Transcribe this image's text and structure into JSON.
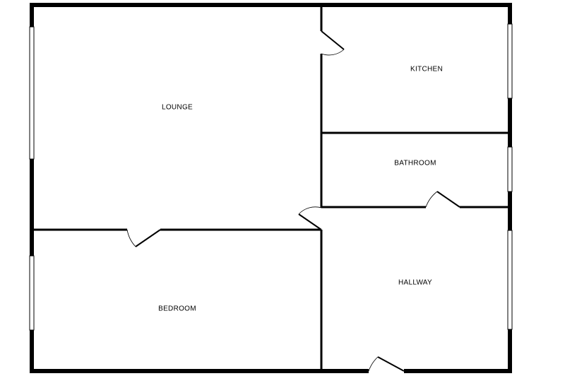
{
  "floorplan": {
    "wall_color": "#000000",
    "window_color": "#ffffff",
    "rooms": {
      "lounge": "LOUNGE",
      "kitchen": "KITCHEN",
      "bathroom": "BATHROOM",
      "hallway": "HALLWAY",
      "bedroom": "BEDROOM"
    }
  }
}
